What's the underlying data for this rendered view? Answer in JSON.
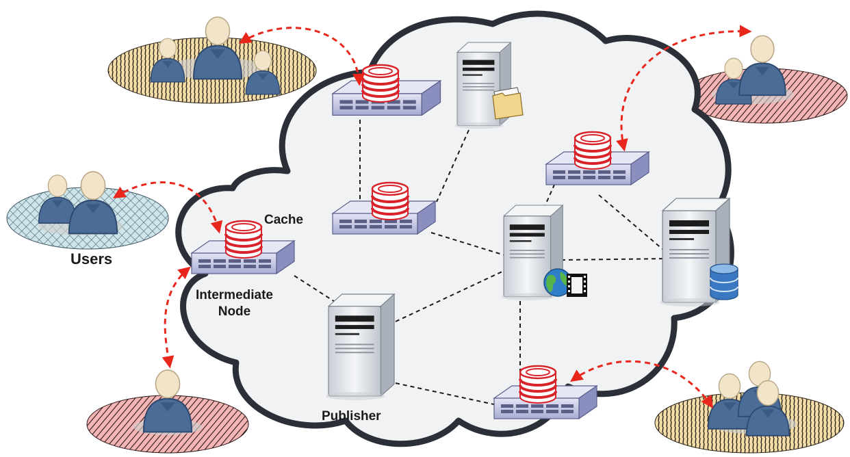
{
  "labels": {
    "cache": "Cache",
    "users": "Users",
    "intermediate_node_line1": "Intermediate",
    "intermediate_node_line2": "Node",
    "publisher": "Publisher"
  },
  "icons": [
    "user-icon",
    "router-icon",
    "cache-stack-icon",
    "server-icon",
    "folder-icon",
    "globe-icon",
    "film-icon",
    "database-icon"
  ],
  "colors": {
    "cloud_fill": "#f1f2f4",
    "cloud_stroke": "#2b3038",
    "request_arrow": "#e8261c",
    "link_line": "#1a1a1a",
    "user_body": "#4a6c96",
    "user_head": "#f2e4c8",
    "cache_red": "#d8232a",
    "router_body": "#c7c9e6",
    "server_body": "#dfe3e8",
    "group_tan": "#f2dca8",
    "group_pink": "#f4b5b5",
    "group_teal": "#cfe5ea"
  }
}
